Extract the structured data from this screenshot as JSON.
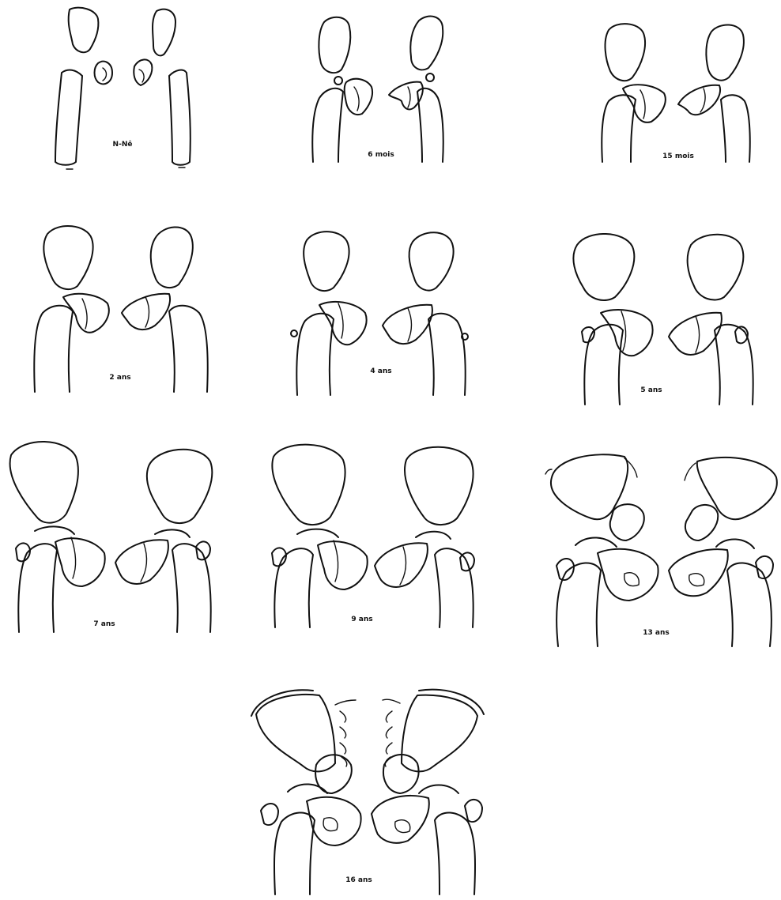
{
  "figure": {
    "panels": [
      {
        "id": "nn",
        "label": "N-Nê"
      },
      {
        "id": "6m",
        "label": "6 mois"
      },
      {
        "id": "15m",
        "label": "15 mois"
      },
      {
        "id": "2a",
        "label": "2 ans"
      },
      {
        "id": "4a",
        "label": "4 ans"
      },
      {
        "id": "5a",
        "label": "5 ans"
      },
      {
        "id": "7a",
        "label": "7 ans"
      },
      {
        "id": "9a",
        "label": "9 ans"
      },
      {
        "id": "13a",
        "label": "13 ans"
      },
      {
        "id": "16a",
        "label": "16 ans"
      }
    ]
  }
}
